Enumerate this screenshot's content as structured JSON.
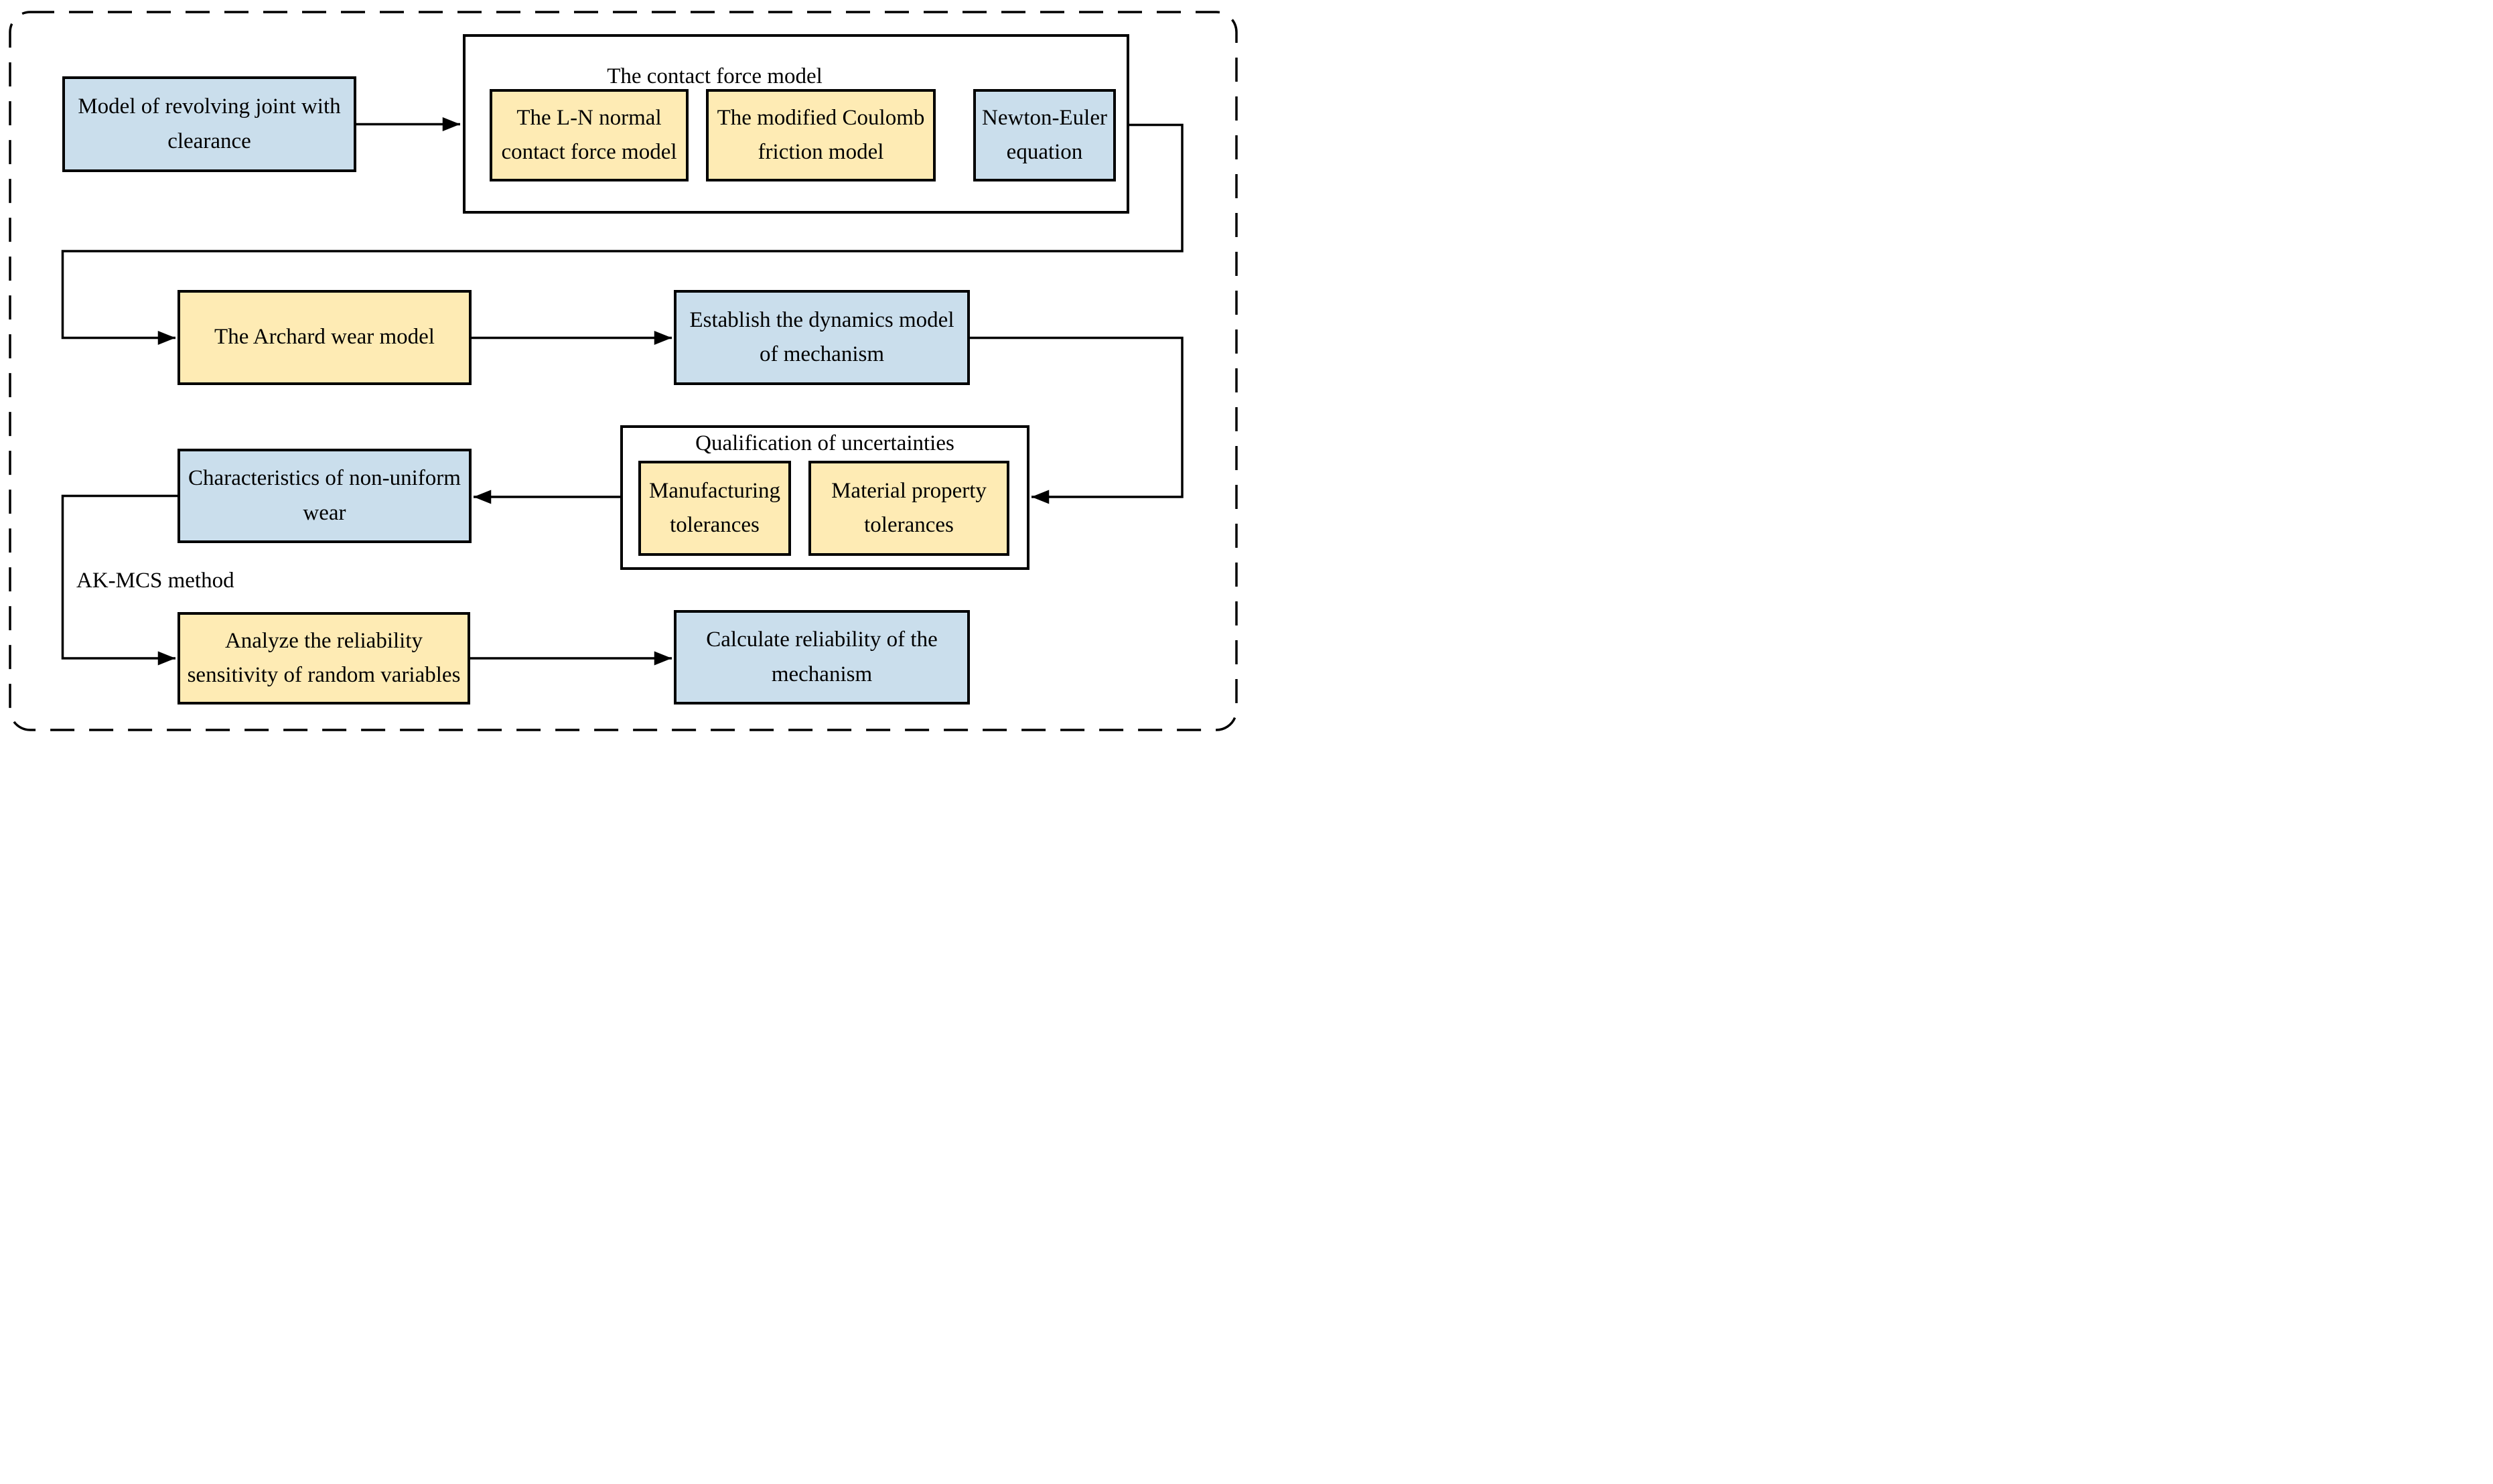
{
  "colors": {
    "node_blue_fill": "#cadeec",
    "node_yellow_fill": "#feebb4",
    "line_color": "#000000",
    "background": "#ffffff"
  },
  "nodes": {
    "model_joint": {
      "label": "Model of revolving joint with\nclearance"
    },
    "ln_contact": {
      "label": "The L-N normal\ncontact force model"
    },
    "coulomb_friction": {
      "label": "The modified Coulomb\nfriction model"
    },
    "newton_euler": {
      "label": "Newton-Euler\nequation"
    },
    "archard": {
      "label": "The Archard wear model"
    },
    "establish_dynamics": {
      "label": "Establish the dynamics model\nof mechanism"
    },
    "manufacturing": {
      "label": "Manufacturing\ntolerances"
    },
    "material_property": {
      "label": "Material property\ntolerances"
    },
    "characteristics": {
      "label": "Characteristics of non-uniform\nwear"
    },
    "analyze_sensitivity": {
      "label": "Analyze the reliability\nsensitivity of random variables"
    },
    "calculate_reliability": {
      "label": "Calculate reliability of the\nmechanism"
    }
  },
  "groups": {
    "contact_force": {
      "title": "The contact force model"
    },
    "qualification": {
      "title": "Qualification of uncertainties"
    }
  },
  "edge_labels": {
    "ak_mcs": "AK-MCS method"
  }
}
